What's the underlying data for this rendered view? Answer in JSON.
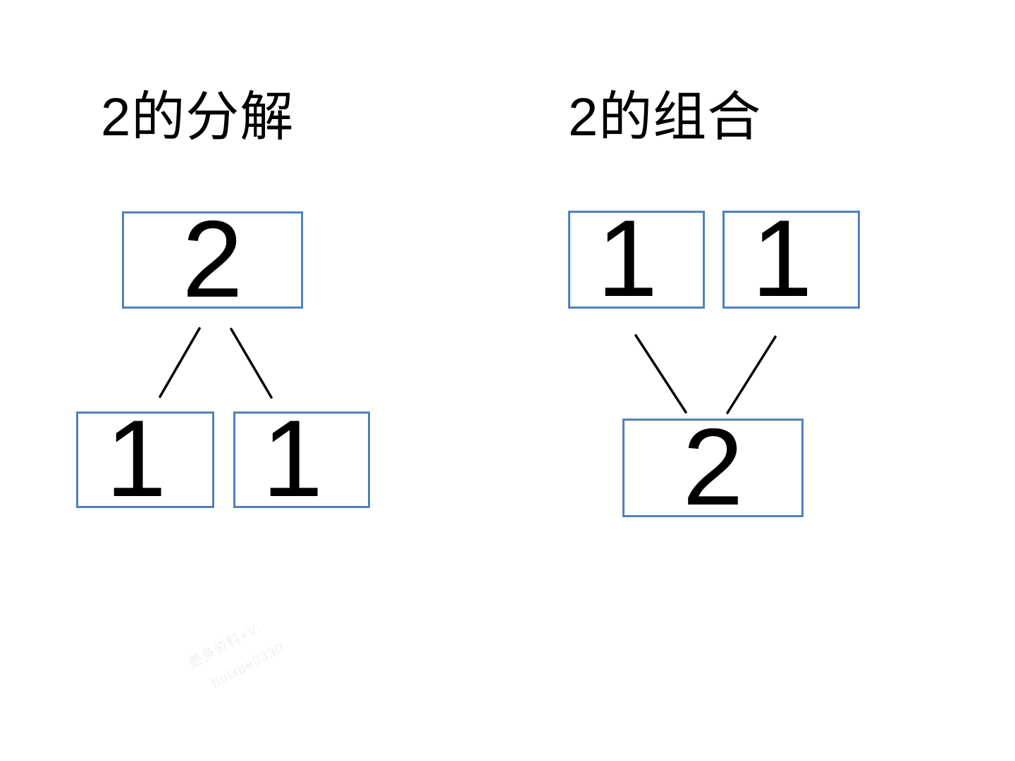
{
  "titles": {
    "left": "2的分解",
    "right": "2的组合"
  },
  "decomposition_diagram": {
    "top_value": "2",
    "bottom_left_value": "1",
    "bottom_right_value": "1"
  },
  "composition_diagram": {
    "top_left_value": "1",
    "top_right_value": "1",
    "bottom_value": "2"
  },
  "watermark": {
    "line1": "更多资料+V:",
    "line2": "huixue0330"
  },
  "colors": {
    "box_border": "#4F81BD",
    "text": "#000000",
    "watermark": "#f0f0f0",
    "background": "#ffffff"
  }
}
